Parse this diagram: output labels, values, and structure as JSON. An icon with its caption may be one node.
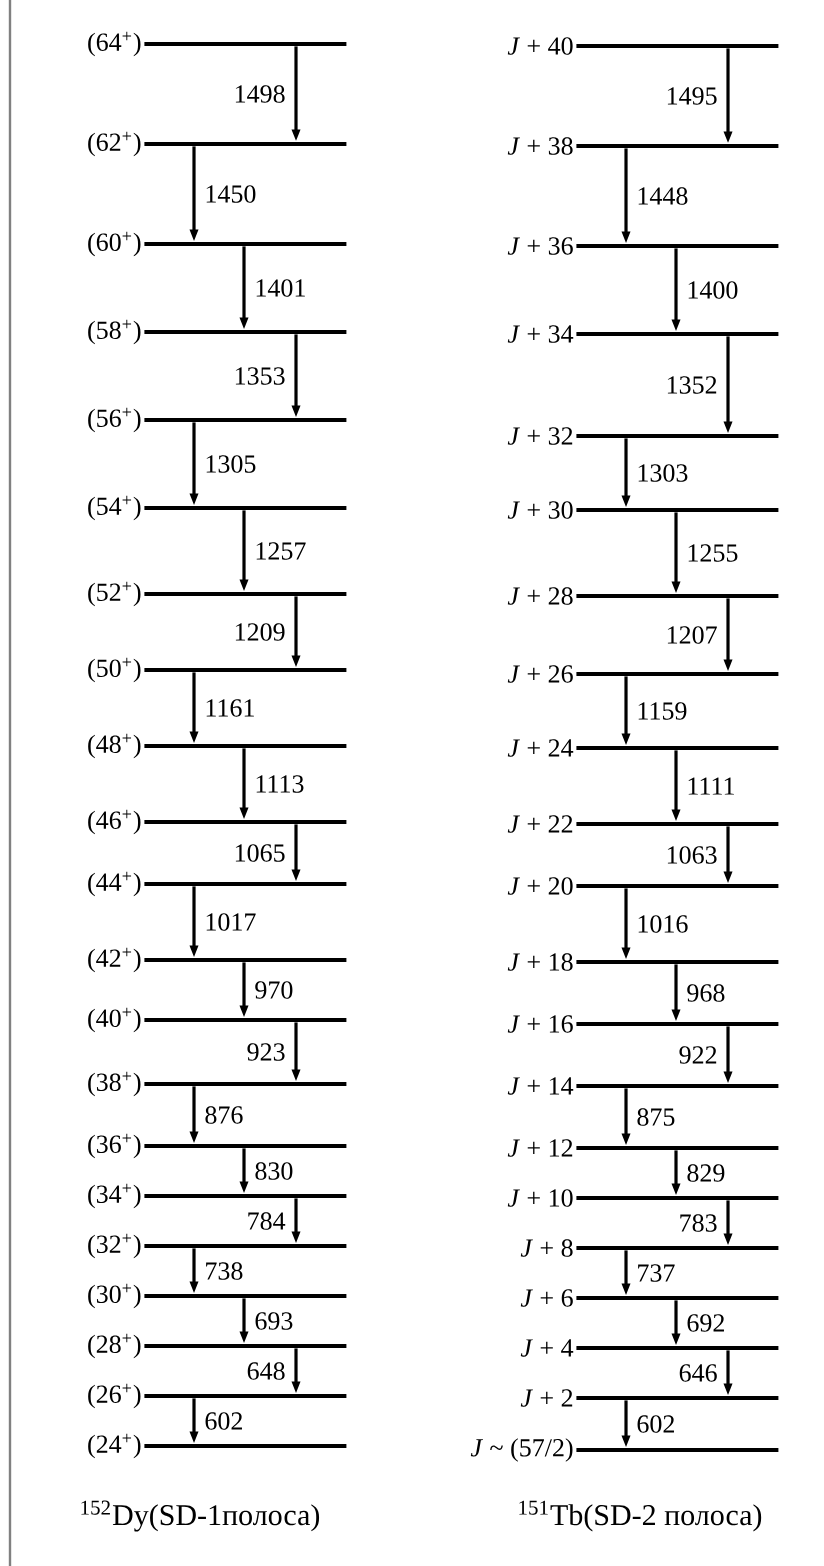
{
  "diagram": {
    "nodes": [
      {
        "text": [
          "(64$^{+}$)"
        ]
      },
      {
        "text": [
          "(62$^{+}$)"
        ]
      },
      {
        "text": [
          "(60$^{+}$)"
        ]
      },
      {
        "text": [
          "(58$^{+}$)"
        ]
      },
      {
        "text": [
          "(56$^{+}$)"
        ]
      },
      {
        "text": [
          "(54$^{+}$)"
        ]
      },
      {
        "text": [
          "(52$^{+}$)"
        ]
      },
      {
        "text": [
          "(50$^{+}$)"
        ]
      },
      {
        "text": [
          "(48$^{+}$)"
        ]
      },
      {
        "text": [
          "(46$^{+}$)"
        ]
      },
      {
        "text": [
          "(44$^{+}$)"
        ]
      },
      {
        "text": [
          "(42$^{+}$)"
        ]
      },
      {
        "text": [
          "(40$^{+}$)"
        ]
      },
      {
        "text": [
          "(38$^{+}$)"
        ]
      },
      {
        "text": [
          "(36$^{+}$)"
        ]
      },
      {
        "text": [
          "(34$^{+}$)"
        ]
      },
      {
        "text": [
          "(32$^{+}$)"
        ]
      },
      {
        "text": [
          "(30$^{+}$)"
        ]
      },
      {
        "text": [
          "(28$^{+}$)"
        ]
      },
      {
        "text": [
          "(26$^{+}$)"
        ]
      },
      {
        "text": [
          "(24$^{+}$)"
        ]
      },
      {
        "text": [
          "*J* + 40"
        ]
      },
      {
        "text": [
          "*J* + 38"
        ]
      },
      {
        "text": [
          "*J* + 36"
        ]
      },
      {
        "text": [
          "*J* + 34"
        ]
      },
      {
        "text": [
          "*J* + 32"
        ]
      },
      {
        "text": [
          "*J* + 30"
        ]
      },
      {
        "text": [
          "*J* + 28"
        ]
      },
      {
        "text": [
          "*J* + 26"
        ]
      },
      {
        "text": [
          "*J* + 24"
        ]
      },
      {
        "text": [
          "*J* + 22"
        ]
      },
      {
        "text": [
          "*J* + 20"
        ]
      },
      {
        "text": [
          "*J* + 18"
        ]
      },
      {
        "text": [
          "*J* + 16"
        ]
      },
      {
        "text": [
          "*J* + 14"
        ]
      },
      {
        "text": [
          "*J* + 12"
        ]
      },
      {
        "text": [
          "*J* + 10"
        ]
      },
      {
        "text": [
          "*J* + 8"
        ]
      },
      {
        "text": [
          "*J* + 6"
        ]
      },
      {
        "text": [
          "*J* + 4"
        ]
      },
      {
        "text": [
          "*J* + 2"
        ]
      },
      {
        "text": [
          "*J* ~ (57/2)"
        ]
      }
    ],
    "edges": [
      {
        "from": 0,
        "to": 1,
        "arrow": "to",
        "label": "1498"
      },
      {
        "from": 1,
        "to": 2,
        "arrow": "to",
        "label": "1450"
      },
      {
        "from": 2,
        "to": 3,
        "arrow": "to",
        "label": "1401"
      },
      {
        "from": 3,
        "to": 4,
        "arrow": "to",
        "label": "1353"
      },
      {
        "from": 4,
        "to": 5,
        "arrow": "to",
        "label": "1305"
      },
      {
        "from": 5,
        "to": 6,
        "arrow": "to",
        "label": "1257"
      },
      {
        "from": 6,
        "to": 7,
        "arrow": "to",
        "label": "1209"
      },
      {
        "from": 7,
        "to": 8,
        "arrow": "to",
        "label": "1161"
      },
      {
        "from": 8,
        "to": 9,
        "arrow": "to",
        "label": "1113"
      },
      {
        "from": 9,
        "to": 10,
        "arrow": "to",
        "label": "1065"
      },
      {
        "from": 10,
        "to": 11,
        "arrow": "to",
        "label": "1017"
      },
      {
        "from": 11,
        "to": 12,
        "arrow": "to",
        "label": "970"
      },
      {
        "from": 12,
        "to": 13,
        "arrow": "to",
        "label": "923"
      },
      {
        "from": 13,
        "to": 14,
        "arrow": "to",
        "label": "876"
      },
      {
        "from": 14,
        "to": 15,
        "arrow": "to",
        "label": "830"
      },
      {
        "from": 15,
        "to": 16,
        "arrow": "to",
        "label": "784"
      },
      {
        "from": 16,
        "to": 17,
        "arrow": "to",
        "label": "738"
      },
      {
        "from": 17,
        "to": 18,
        "arrow": "to",
        "label": "693"
      },
      {
        "from": 18,
        "to": 19,
        "arrow": "to",
        "label": "648"
      },
      {
        "from": 19,
        "to": 20,
        "arrow": "to",
        "label": "602"
      },
      {
        "from": 21,
        "to": 22,
        "arrow": "to",
        "label": "1495"
      },
      {
        "from": 22,
        "to": 23,
        "arrow": "to",
        "label": "1448"
      },
      {
        "from": 23,
        "to": 24,
        "arrow": "to",
        "label": "1400"
      },
      {
        "from": 24,
        "to": 25,
        "arrow": "to",
        "label": "1352"
      },
      {
        "from": 25,
        "to": 26,
        "arrow": "to",
        "label": "1303"
      },
      {
        "from": 26,
        "to": 27,
        "arrow": "to",
        "label": "1255"
      },
      {
        "from": 27,
        "to": 28,
        "arrow": "to",
        "label": "1207"
      },
      {
        "from": 28,
        "to": 29,
        "arrow": "to",
        "label": "1159"
      },
      {
        "from": 29,
        "to": 30,
        "arrow": "to",
        "label": "1111"
      },
      {
        "from": 30,
        "to": 31,
        "arrow": "to",
        "label": "1063"
      },
      {
        "from": 31,
        "to": 32,
        "arrow": "to",
        "label": "1016"
      },
      {
        "from": 32,
        "to": 33,
        "arrow": "to",
        "label": "968"
      },
      {
        "from": 33,
        "to": 34,
        "arrow": "to",
        "label": "922"
      },
      {
        "from": 34,
        "to": 35,
        "arrow": "to",
        "label": "875"
      },
      {
        "from": 35,
        "to": 36,
        "arrow": "to",
        "label": "829"
      },
      {
        "from": 36,
        "to": 37,
        "arrow": "to",
        "label": "783"
      },
      {
        "from": 37,
        "to": 38,
        "arrow": "to",
        "label": "737"
      },
      {
        "from": 38,
        "to": 39,
        "arrow": "to",
        "label": "692"
      },
      {
        "from": 39,
        "to": 40,
        "arrow": "to",
        "label": "646"
      },
      {
        "from": 40,
        "to": 41,
        "arrow": "to",
        "label": "602"
      }
    ],
    "labels": [
      "$^{152}$Dy(SD-1полоса)",
      "$^{151}$Tb(SD-2 полоса)"
    ]
  }
}
